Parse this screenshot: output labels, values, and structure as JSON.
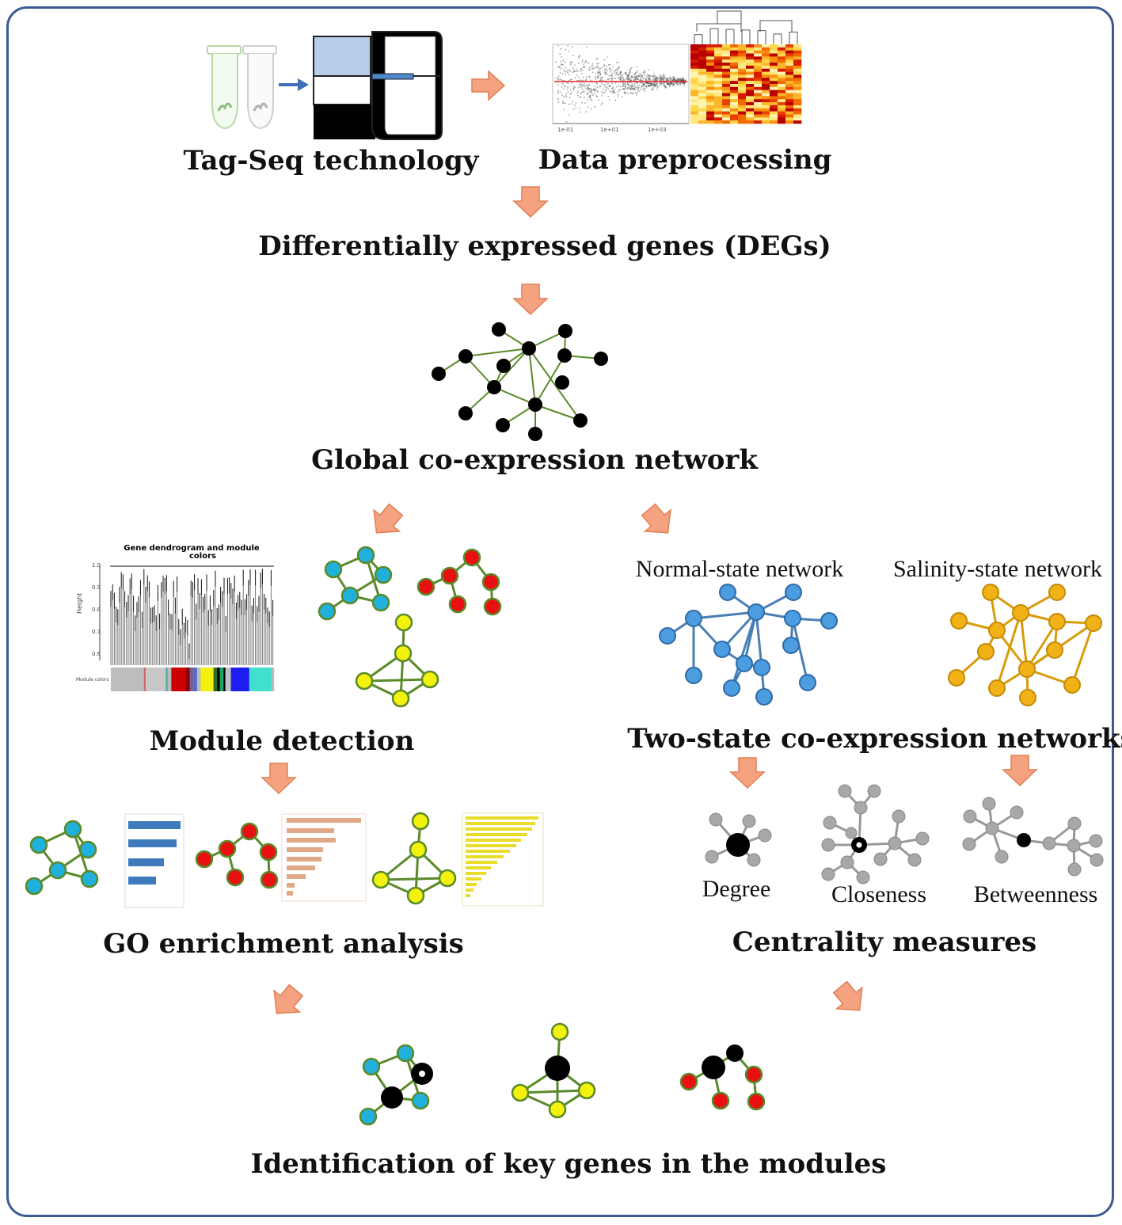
{
  "labels": {
    "tagseq": "Tag-Seq technology",
    "preprocessing": "Data preprocessing",
    "degs": "Differentially expressed genes (DEGs)",
    "global_network": "Global co-expression network",
    "module_detection": "Module detection",
    "dendro_title_line1": "Gene dendrogram and module",
    "dendro_title_line2": "colors",
    "dendro_ylabel": "Height",
    "dendro_colors_label": "Module colors",
    "normal_network": "Normal-state network",
    "salinity_network": "Salinity-state network",
    "two_state": "Two-state co-expression networks",
    "degree": "Degree",
    "closeness": "Closeness",
    "betweenness": "Betweenness",
    "go_enrichment": "GO enrichment analysis",
    "centrality": "Centrality measures",
    "key_genes": "Identification of key genes in the modules"
  },
  "colors": {
    "frame": "#3b5b95",
    "arrow": "#f4a27f",
    "arrow_stroke": "#e27f55",
    "edge_green": "#5a8a2a",
    "node_blue": "#1fb0dc",
    "node_red": "#e81010",
    "node_yellow": "#f2f20e",
    "network_blue": "#4a7fb5",
    "network_gold": "#f0b216",
    "grey_node": "#a8a8a8"
  }
}
